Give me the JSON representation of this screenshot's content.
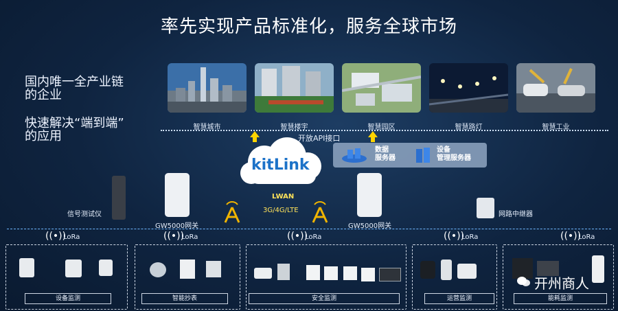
{
  "title": "率先实现产品标准化，服务全球市场",
  "left_text": {
    "line1": "国内唯一全产业链",
    "line2": "的企业",
    "line3": "快速解决“端到端”",
    "line4": "的应用"
  },
  "scenes": [
    {
      "label": "智慧城市",
      "icon": "city-skyline"
    },
    {
      "label": "智慧楼宇",
      "icon": "buildings"
    },
    {
      "label": "智慧园区",
      "icon": "campus-aerial"
    },
    {
      "label": "智慧路灯",
      "icon": "street-lights"
    },
    {
      "label": "智慧工业",
      "icon": "factory-line"
    }
  ],
  "cloud": {
    "brand": "kitLink",
    "api_label": "开放API接口",
    "data_server": "数据\n服务器",
    "device_server": "设备\n管理服务器"
  },
  "network": {
    "lwan": "LWAN",
    "cellular": "3G/4G/LTE"
  },
  "devices": {
    "gateway_left": "GW5000网关",
    "gateway_right": "GW5000网关",
    "tester": "信号测试仪",
    "repeater": "网路中继器"
  },
  "sections": [
    {
      "label": "设备监测",
      "lora": "LoRa"
    },
    {
      "label": "智能抄表",
      "lora": "LoRa"
    },
    {
      "label": "安全监测",
      "lora": "LoRa"
    },
    {
      "label": "运营监测",
      "lora": "LoRa"
    },
    {
      "label": "能耗监测",
      "lora": "LoRa"
    }
  ],
  "watermark": "开州商人",
  "colors": {
    "background": "#0f2440",
    "arrow": "#ffd400",
    "accent": "#3a8ee0"
  }
}
